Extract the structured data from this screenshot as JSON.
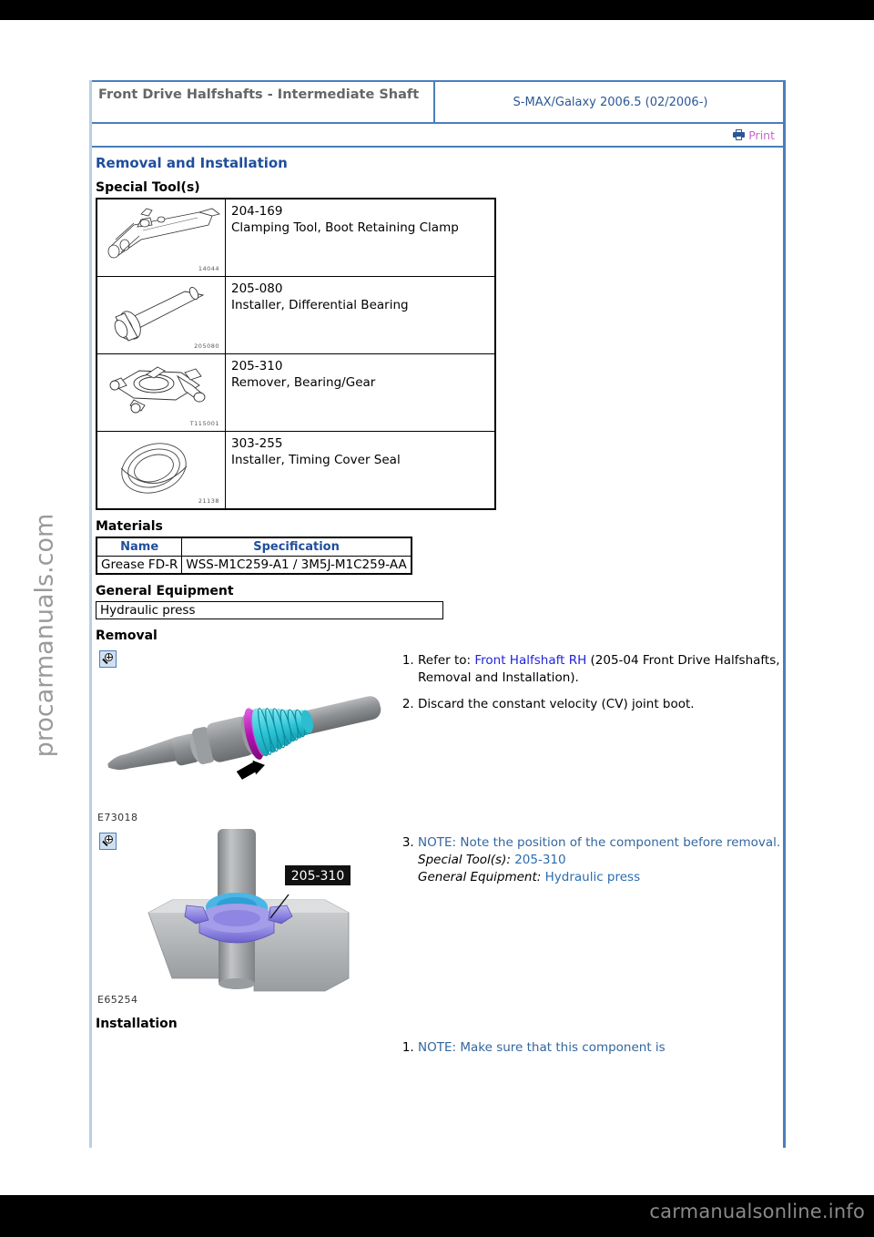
{
  "header": {
    "title": "Front Drive Halfshafts - Intermediate Shaft",
    "vehicle": "S-MAX/Galaxy 2006.5 (02/2006-)",
    "print_label": "Print",
    "print_icon": "printer-icon"
  },
  "sections": {
    "removal_installation": "Removal and Installation",
    "special_tools": "Special Tool(s)",
    "materials": "Materials",
    "general_equipment": "General Equipment",
    "removal": "Removal",
    "installation": "Installation"
  },
  "special_tools": [
    {
      "number": "204-169",
      "name": "Clamping Tool, Boot Retaining Clamp",
      "image_id": "14044"
    },
    {
      "number": "205-080",
      "name": "Installer, Differential Bearing",
      "image_id": "205080"
    },
    {
      "number": "205-310",
      "name": "Remover, Bearing/Gear",
      "image_id": "T115001"
    },
    {
      "number": "303-255",
      "name": "Installer, Timing Cover Seal",
      "image_id": "21138"
    }
  ],
  "materials": {
    "columns": [
      "Name",
      "Specification"
    ],
    "rows": [
      {
        "name": "Grease FD-R",
        "spec": "WSS-M1C259-A1 / 3M5J-M1C259-AA"
      }
    ]
  },
  "general_equipment": [
    "Hydraulic press"
  ],
  "removal_steps": [
    {
      "num": "1.",
      "prefix": "Refer to: ",
      "link": "Front Halfshaft RH",
      "suffix": " (205-04 Front Drive Halfshafts, Removal and Installation)."
    },
    {
      "num": "2.",
      "text": "Discard the constant velocity (CV) joint boot."
    },
    {
      "num": "3.",
      "note": "NOTE: Note the position of the component before removal.",
      "tool_label": "Special Tool(s):",
      "tool_value": "205-310",
      "equip_label": "General Equipment:",
      "equip_value": "Hydraulic press"
    }
  ],
  "installation_steps": [
    {
      "num": "1.",
      "note": "NOTE: Make sure that this component is"
    }
  ],
  "figures": [
    {
      "id": "E73018",
      "zoom_icon": "zoom-in-icon"
    },
    {
      "id": "E65254",
      "zoom_icon": "zoom-in-icon",
      "callout": "205-310"
    }
  ],
  "watermark": "procarmanuals.com",
  "footer_brand": "carmanualsonline.info",
  "colors": {
    "frame_border": "#4a7ebb",
    "heading_blue": "#1f4e9c",
    "link_blue": "#2222dd",
    "note_blue": "#33669e",
    "print_magenta": "#cc66cc"
  }
}
